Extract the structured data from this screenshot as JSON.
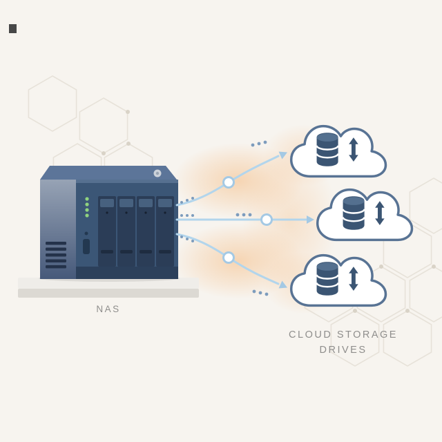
{
  "colors": {
    "background": "#f7f4ef",
    "nas_top": "#5c7599",
    "nas_front": "#3b5676",
    "nas_side_light": "#97a3b5",
    "nas_side_dark": "#46597a",
    "bay": "#2b3d57",
    "bay_latch": "#47617f",
    "bay_slot": "#1e2c40",
    "vent": "#24324a",
    "led_green": "#90d37f",
    "platform_top": "#efede9",
    "platform_front": "#dcd9d3",
    "line_blue": "#b2d5ec",
    "dot_blue": "#7d9cbd",
    "node_ring": "#a4c9e4",
    "arrow_blue": "#a4c9e4",
    "cloud_stroke": "#587394",
    "cloud_fill": "#ffffff",
    "db_body": "#3b5573",
    "db_top": "#54708f",
    "glow": "#f6cda4",
    "hex_stroke": "#e7e2d9",
    "hex_dot": "#d9d3c7",
    "label_text": "#8f8e8c",
    "square_accent": "#474747"
  },
  "diagram": {
    "nas": {
      "label": "NAS",
      "drive_bays": 4,
      "status_leds": 4
    },
    "connections": {
      "count": 3,
      "style": "curved-lines-with-nodes-and-dots",
      "direction": "nas-to-clouds"
    },
    "clouds": [
      {
        "name": "cloud-top",
        "icons": [
          "database-icon",
          "sync-arrows-icon"
        ]
      },
      {
        "name": "cloud-middle",
        "icons": [
          "database-icon",
          "sync-arrows-icon"
        ]
      },
      {
        "name": "cloud-bottom",
        "icons": [
          "database-icon",
          "sync-arrows-icon"
        ]
      }
    ],
    "cloud_label_line1": "CLOUD STORAGE",
    "cloud_label_line2": "DRIVES"
  },
  "icons": {
    "database-icon": "stacked-cylinders",
    "sync-arrows-icon": "vertical-double-arrow",
    "connector-node-icon": "hollow-circle",
    "arrowhead-icon": "triangle"
  }
}
